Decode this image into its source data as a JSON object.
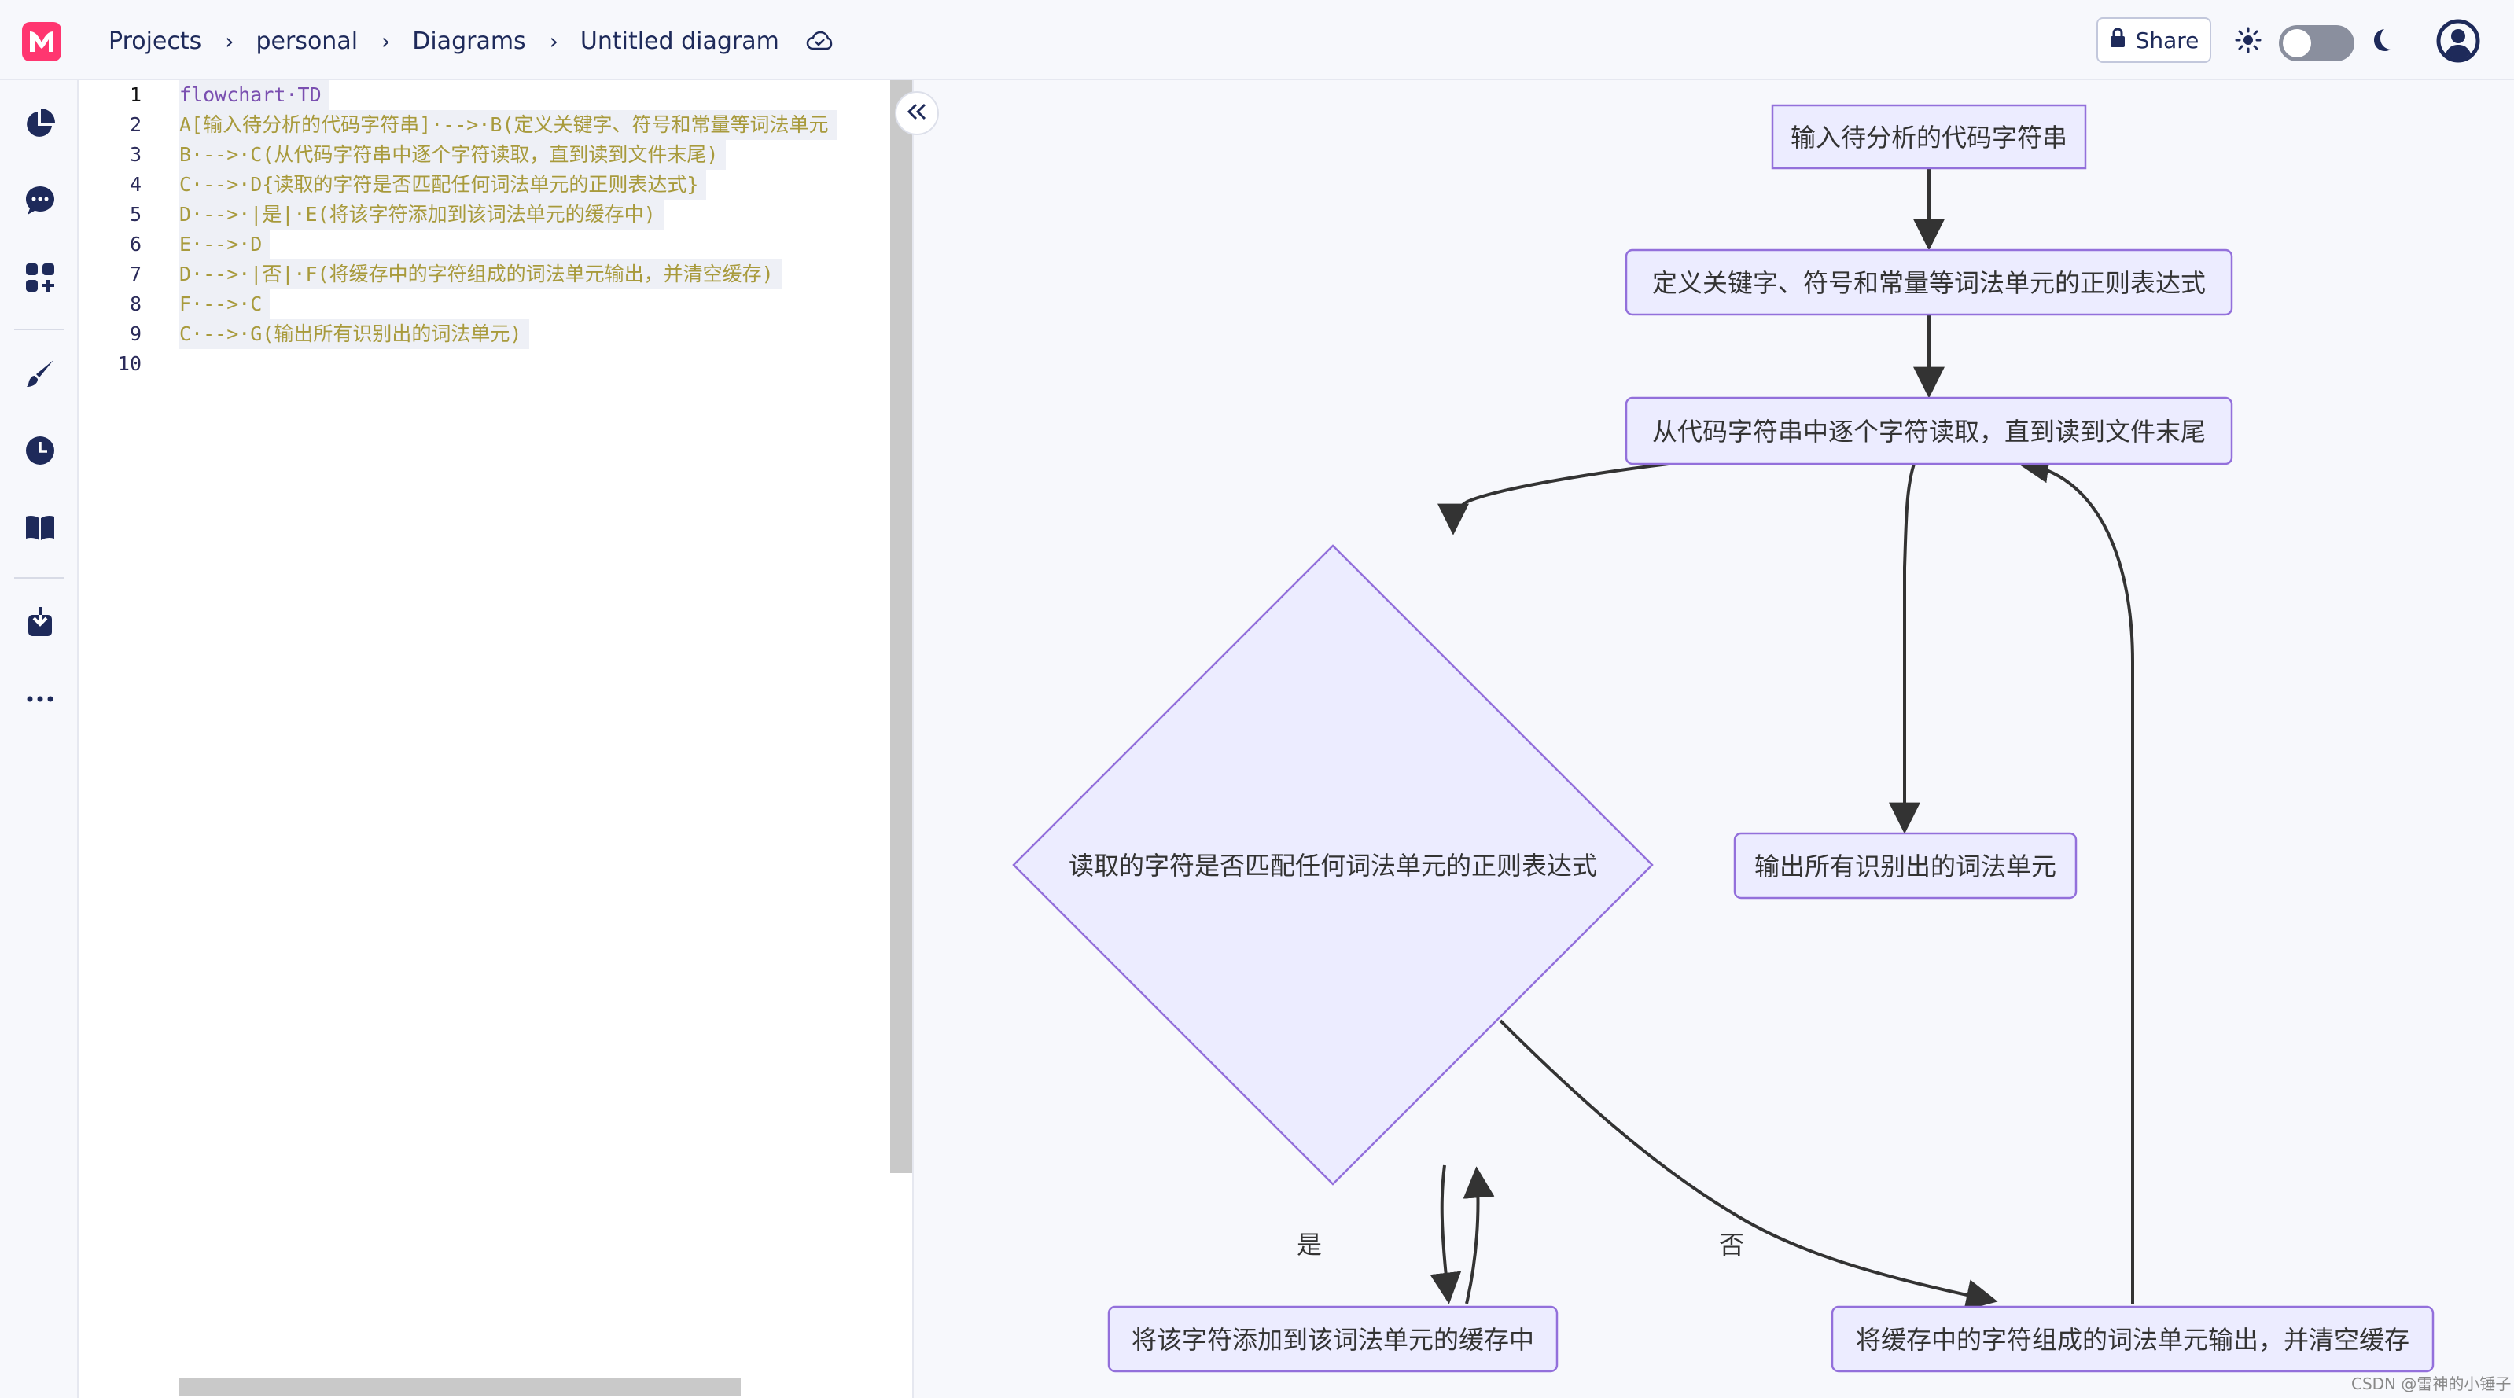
{
  "breadcrumbs": {
    "items": [
      "Projects",
      "personal",
      "Diagrams",
      "Untitled diagram"
    ],
    "separator": "›"
  },
  "header": {
    "share_label": "Share"
  },
  "editor": {
    "lines": [
      {
        "n": "1",
        "text": "flowchart·TD"
      },
      {
        "n": "2",
        "text": "A[输入待分析的代码字符串]·-->·B(定义关键字、符号和常量等词法单元"
      },
      {
        "n": "3",
        "text": "B·-->·C(从代码字符串中逐个字符读取，直到读到文件末尾)"
      },
      {
        "n": "4",
        "text": "C·-->·D{读取的字符是否匹配任何词法单元的正则表达式}"
      },
      {
        "n": "5",
        "text": "D·-->·|是|·E(将该字符添加到该词法单元的缓存中)"
      },
      {
        "n": "6",
        "text": "E·-->·D"
      },
      {
        "n": "7",
        "text": "D·-->·|否|·F(将缓存中的字符组成的词法单元输出，并清空缓存)"
      },
      {
        "n": "8",
        "text": "F·-->·C"
      },
      {
        "n": "9",
        "text": "C·-->·G(输出所有识别出的词法单元)"
      },
      {
        "n": "10",
        "text": ""
      }
    ]
  },
  "diagram": {
    "nodes": {
      "A": "输入待分析的代码字符串",
      "B": "定义关键字、符号和常量等词法单元的正则表达式",
      "C": "从代码字符串中逐个字符读取，直到读到文件末尾",
      "D": "读取的字符是否匹配任何词法单元的正则表达式",
      "E": "将该字符添加到该词法单元的缓存中",
      "F": "将缓存中的字符组成的词法单元输出，并清空缓存",
      "G": "输出所有识别出的词法单元"
    },
    "edge_labels": {
      "yes": "是",
      "no": "否"
    }
  },
  "watermark": "CSDN @雷神的小锤子",
  "colors": {
    "logo": "#ff3670",
    "node_fill": "#ececff",
    "node_stroke": "#9370db",
    "edge": "#333333",
    "background": "#f7f8fc"
  },
  "icons": {
    "rail": [
      "pie-chart-icon",
      "chat-icon",
      "grid-plus-icon",
      "brush-icon",
      "clock-icon",
      "book-icon",
      "download-icon",
      "more-icon"
    ]
  }
}
